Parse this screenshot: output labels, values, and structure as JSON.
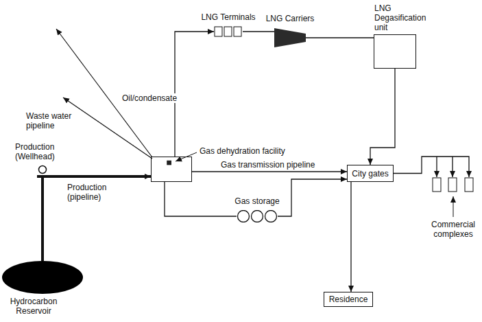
{
  "diagram": {
    "nodes": [
      {
        "text": [
          "LNG Terminals"
        ]
      },
      {
        "text": [
          "LNG Carriers"
        ]
      },
      {
        "text": [
          "LNG Degasification unit"
        ]
      },
      {
        "text": [
          "Gas dehydration facility"
        ]
      },
      {
        "text": [
          "Gas storage"
        ]
      },
      {
        "text": [
          "City gates"
        ]
      },
      {
        "text": [
          "Commercial complexes"
        ]
      },
      {
        "text": [
          "Residence"
        ]
      },
      {
        "text": [
          "Hydrocarbon Reservoir"
        ]
      }
    ],
    "edges": [
      {
        "from": 3,
        "to": 0,
        "arrow": "to"
      },
      {
        "from": 0,
        "to": 1,
        "arrow": "none"
      },
      {
        "from": 1,
        "to": 2,
        "arrow": "none"
      },
      {
        "from": 2,
        "to": 5,
        "arrow": "to"
      },
      {
        "from": 3,
        "to": 5,
        "label": "Gas transmission pipeline",
        "arrow": "to"
      },
      {
        "from": 3,
        "to": 4,
        "arrow": "none"
      },
      {
        "from": 4,
        "to": 5,
        "arrow": "to"
      },
      {
        "from": 5,
        "to": 6,
        "arrow": "to"
      },
      {
        "from": 5,
        "to": 7,
        "arrow": "to"
      },
      {
        "from": 8,
        "to": 3,
        "label": "Production (pipeline)",
        "arrow": "to"
      }
    ],
    "labels": [
      "Oil/condensate",
      "Waste water pipeline",
      "Production (Wellhead)"
    ]
  }
}
